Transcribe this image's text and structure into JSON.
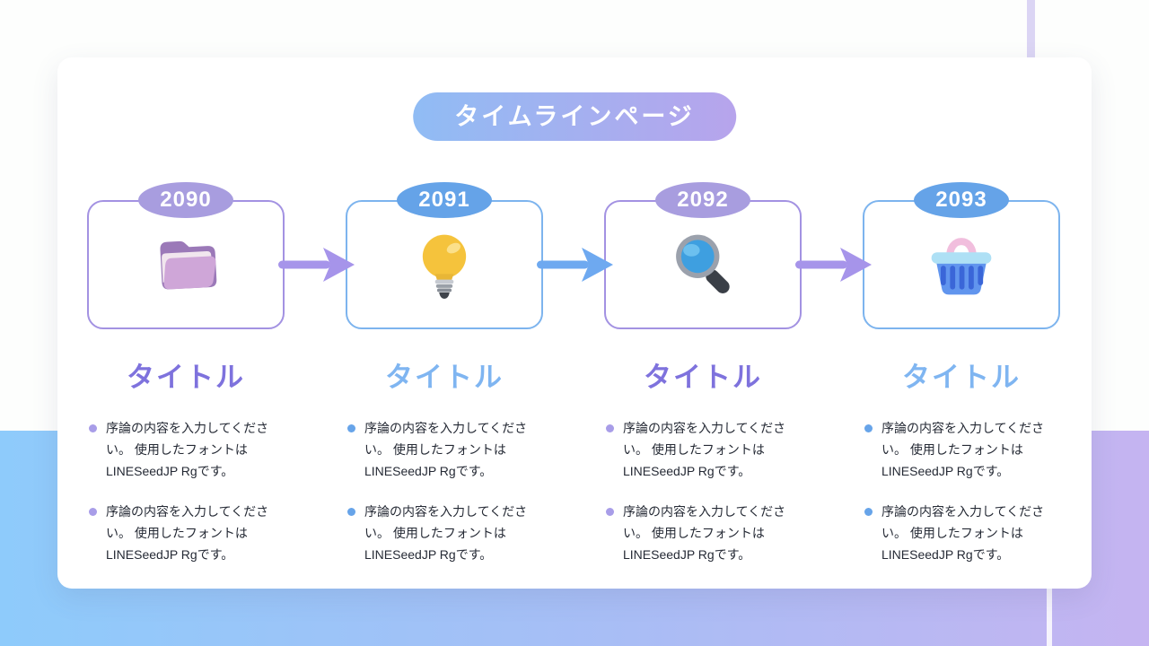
{
  "slide": {
    "header_badge": "タイムラインページ"
  },
  "timeline": {
    "items": [
      {
        "year": "2090",
        "title": "タイトル",
        "theme": "purple",
        "icon": "folder-icon",
        "bullets": [
          "序論の内容を入力してください。 使用したフォントはLINESeedJP Rgです。",
          "序論の内容を入力してください。 使用したフォントはLINESeedJP Rgです。"
        ]
      },
      {
        "year": "2091",
        "title": "タイトル",
        "theme": "blue",
        "icon": "lightbulb-icon",
        "bullets": [
          "序論の内容を入力してください。 使用したフォントはLINESeedJP Rgです。",
          "序論の内容を入力してください。 使用したフォントはLINESeedJP Rgです。"
        ]
      },
      {
        "year": "2092",
        "title": "タイトル",
        "theme": "purple",
        "icon": "magnifier-icon",
        "bullets": [
          "序論の内容を入力してください。 使用したフォントはLINESeedJP Rgです。",
          "序論の内容を入力してください。 使用したフォントはLINESeedJP Rgです。"
        ]
      },
      {
        "year": "2093",
        "title": "タイトル",
        "theme": "blue",
        "icon": "basket-icon",
        "bullets": [
          "序論の内容を入力してください。 使用したフォントはLINESeedJP Rgです。",
          "序論の内容を入力してください。 使用したフォントはLINESeedJP Rgです。"
        ]
      }
    ]
  },
  "colors": {
    "purple_accent": "#8f7fe3",
    "blue_accent": "#6ea9f0",
    "badge_purple": "#a89ddf",
    "badge_blue": "#65a3e8",
    "title_purple": "#7e72dd",
    "title_blue": "#7fb5f1",
    "pill_gradient_start": "#90bcf4",
    "pill_gradient_end": "#b7a4ec",
    "bg_gradient_start": "#8ecbfb",
    "bg_gradient_end": "#c5b4f1"
  }
}
